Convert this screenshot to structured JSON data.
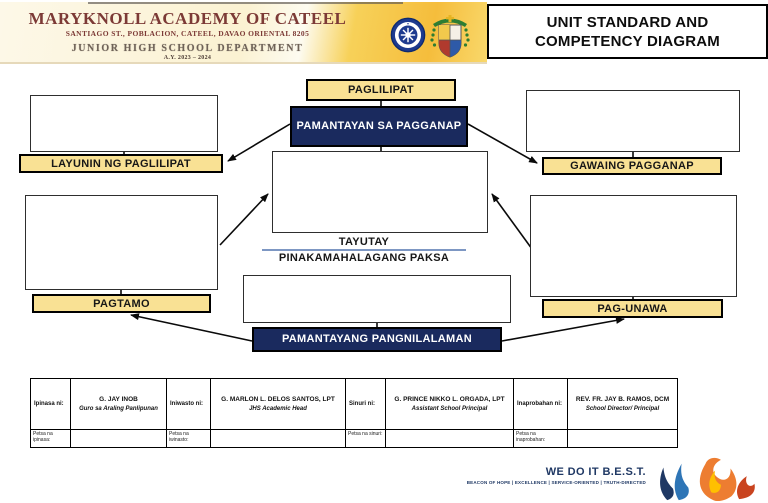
{
  "header": {
    "school_name": "MARYKNOLL ACADEMY OF CATEEL",
    "school_address": "SANTIAGO ST., POBLACION, CATEEL, DAVAO ORIENTAL 8205",
    "department": "JUNIOR HIGH SCHOOL DEPARTMENT",
    "school_year": "A.Y. 2023 – 2024",
    "doc_title": "UNIT STANDARD AND COMPETENCY DIAGRAM"
  },
  "diagram": {
    "nodes": {
      "paglilipat": "PAGLILIPAT",
      "pamantayan_sa_pagganap": "PAMANTAYAN SA PAGGANAP",
      "layunin_ng_paglilipat": "LAYUNIN NG PAGLILIPAT",
      "gawaing_pagganap": "GAWAING PAGGANAP",
      "tayutay": "TAYUTAY",
      "pinakamahalagang_paksa": "PINAKAMAHALAGANG PAKSA",
      "pagtamo": "PAGTAMO",
      "pag_unawa": "PAG-UNAWA",
      "pamantayang_pangnilalaman": "PAMANTAYANG PANGNILALAMAN"
    }
  },
  "signoff": {
    "groups": [
      {
        "label": "Ipinasa ni:",
        "name": "G. JAY INOB",
        "role": "Guro sa Araling Panlipunan",
        "date_label": "Petsa na ipinasa:"
      },
      {
        "label": "Iniwasto ni:",
        "name": "G. MARLON L. DELOS SANTOS, LPT",
        "role": "JHS Academic Head",
        "date_label": "Petsa na iwinasto:"
      },
      {
        "label": "Sinuri ni:",
        "name": "G. PRINCE NIKKO L. ORGADA, LPT",
        "role": "Assistant School Principal",
        "date_label": "Petsa na sinuri:"
      },
      {
        "label": "Inaprobahan ni:",
        "name": "REV. FR. JAY B. RAMOS, DCM",
        "role": "School Director/ Principal",
        "date_label": "Petsa na inaprobahan:"
      }
    ]
  },
  "footer": {
    "motto": "WE DO IT B.E.S.T.",
    "tagline": "BEACON OF HOPE | EXCELLENCE | SERVICE-ORIENTED | TRUTH-DIRECTED"
  },
  "colors": {
    "navy_box": "#1a2a5e",
    "yellow_box": "#f9e194",
    "maroon_text": "#7c3a36",
    "divider_blue": "#7d97c3",
    "footer_navy": "#1f3864",
    "flame_orange": "#ed7d31",
    "flame_blue": "#2e75b6"
  }
}
